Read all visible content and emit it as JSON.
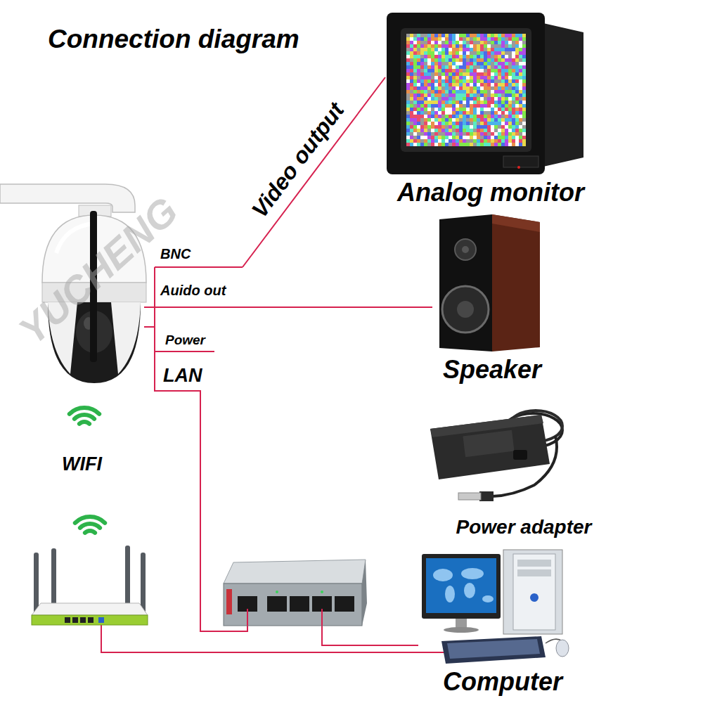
{
  "diagram": {
    "title": "Connection diagram",
    "nodes": [
      {
        "text": [
          "BNC",
          "Auido out",
          "Power",
          "LAN"
        ]
      },
      {
        "text": [
          "Analog monitor"
        ]
      },
      {
        "text": [
          "Speaker"
        ]
      },
      {
        "text": [
          "Power adapter"
        ]
      },
      {
        "text": [
          "Computer"
        ]
      }
    ],
    "edges": [
      {
        "from": 0,
        "to": 1,
        "arrow": "none",
        "label": "Video output"
      },
      {
        "from": 0,
        "to": 2,
        "arrow": "none"
      },
      {
        "from": 0,
        "to": 4,
        "arrow": "none"
      }
    ],
    "labels": [
      "WIFI",
      "YUCHENG"
    ]
  }
}
